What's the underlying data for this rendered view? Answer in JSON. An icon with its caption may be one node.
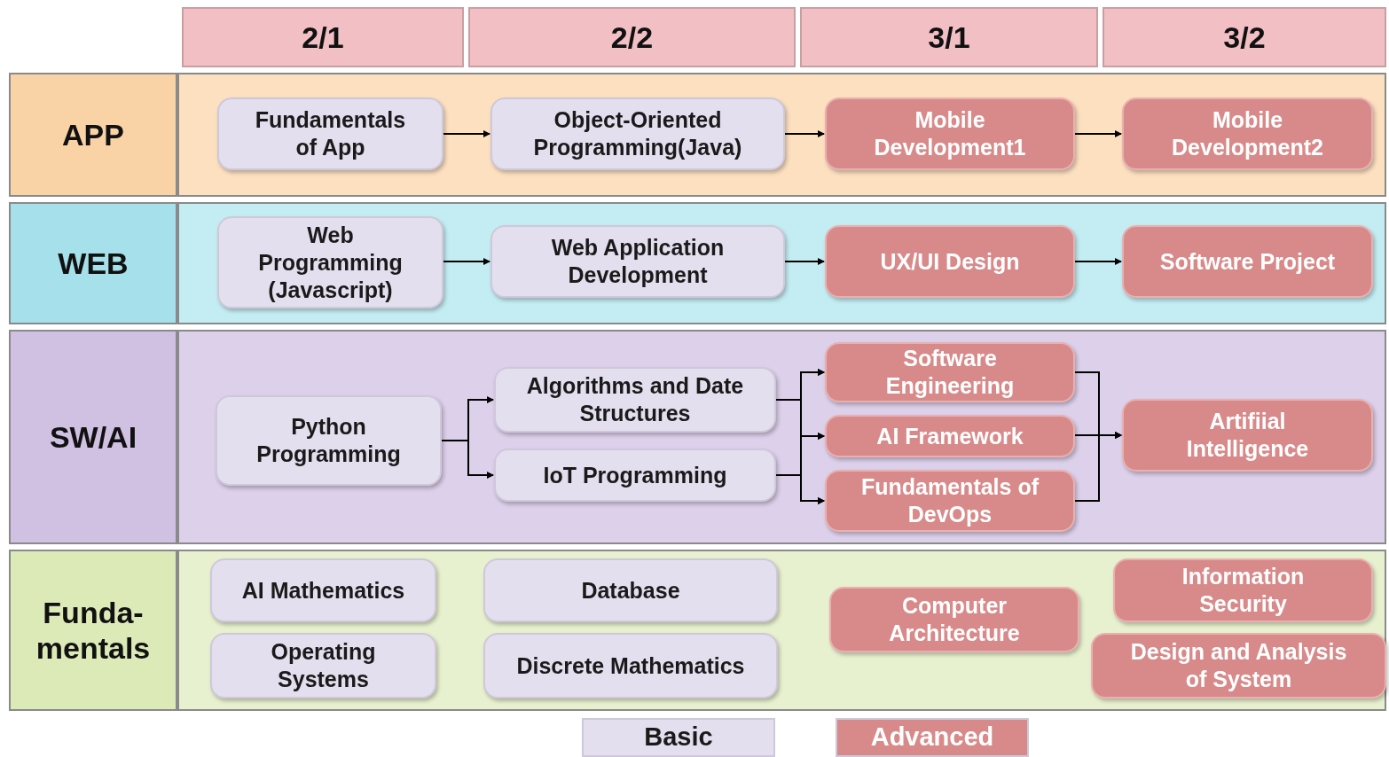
{
  "diagram": {
    "nodes": [
      {
        "text": [
          "2/1"
        ]
      },
      {
        "text": [
          "2/2"
        ]
      },
      {
        "text": [
          "3/1"
        ]
      },
      {
        "text": [
          "3/2"
        ]
      },
      {
        "text": [
          "APP"
        ]
      },
      {
        "text": [
          "Fundamentals of App"
        ],
        "in": 4
      },
      {
        "text": [
          "Object-Oriented Programming(Java)"
        ],
        "in": 4
      },
      {
        "text": [
          "Mobile Development1"
        ],
        "in": 4
      },
      {
        "text": [
          "Mobile Development2"
        ],
        "in": 4
      },
      {
        "text": [
          "WEB"
        ]
      },
      {
        "text": [
          "Web Programming (Javascript)"
        ],
        "in": 9
      },
      {
        "text": [
          "Web Application Development"
        ],
        "in": 9
      },
      {
        "text": [
          "UX/UI Design"
        ],
        "in": 9
      },
      {
        "text": [
          "Software Project"
        ],
        "in": 9
      },
      {
        "text": [
          "SW/AI"
        ]
      },
      {
        "text": [
          "Python Programming"
        ],
        "in": 14
      },
      {
        "text": [
          "Algorithms and Date Structures"
        ],
        "in": 14
      },
      {
        "text": [
          "IoT Programming"
        ],
        "in": 14
      },
      {
        "text": [
          "Software Engineering"
        ],
        "in": 14
      },
      {
        "text": [
          "AI Framework"
        ],
        "in": 14
      },
      {
        "text": [
          "Fundamentals of DevOps"
        ],
        "in": 14
      },
      {
        "text": [
          "Artifiial Intelligence"
        ],
        "in": 14
      },
      {
        "text": [
          "Funda- mentals"
        ]
      },
      {
        "text": [
          "AI Mathematics"
        ],
        "in": 22
      },
      {
        "text": [
          "Database"
        ],
        "in": 22
      },
      {
        "text": [
          "Computer Architecture"
        ],
        "in": 22
      },
      {
        "text": [
          "Information Security"
        ],
        "in": 22
      },
      {
        "text": [
          "Operating Systems"
        ],
        "in": 22
      },
      {
        "text": [
          "Discrete Mathematics"
        ],
        "in": 22
      },
      {
        "text": [
          "Design and Analysis of System"
        ],
        "in": 22
      }
    ],
    "edges": [
      {
        "from": 5,
        "to": 6,
        "arrow": "to"
      },
      {
        "from": 6,
        "to": 7,
        "arrow": "to"
      },
      {
        "from": 7,
        "to": 8,
        "arrow": "to"
      },
      {
        "from": 10,
        "to": 11,
        "arrow": "to"
      },
      {
        "from": 11,
        "to": 12,
        "arrow": "to"
      },
      {
        "from": 12,
        "to": 13,
        "arrow": "to"
      },
      {
        "from": 15,
        "to": 16,
        "arrow": "to"
      },
      {
        "from": 15,
        "to": 17,
        "arrow": "to"
      },
      {
        "from": 16,
        "to": 18,
        "arrow": "to"
      },
      {
        "from": 16,
        "to": 19,
        "arrow": "to"
      },
      {
        "from": 16,
        "to": 20,
        "arrow": "to"
      },
      {
        "from": 17,
        "to": 18,
        "arrow": "to"
      },
      {
        "from": 17,
        "to": 19,
        "arrow": "to"
      },
      {
        "from": 17,
        "to": 20,
        "arrow": "to"
      },
      {
        "from": 18,
        "to": 21,
        "arrow": "to"
      },
      {
        "from": 19,
        "to": 21,
        "arrow": "to"
      },
      {
        "from": 20,
        "to": 21,
        "arrow": "to"
      }
    ],
    "legend": [
      {
        "text": "Basic",
        "color": "#e4dfee"
      },
      {
        "text": "Advanced",
        "color": "#d88a8a"
      }
    ]
  }
}
